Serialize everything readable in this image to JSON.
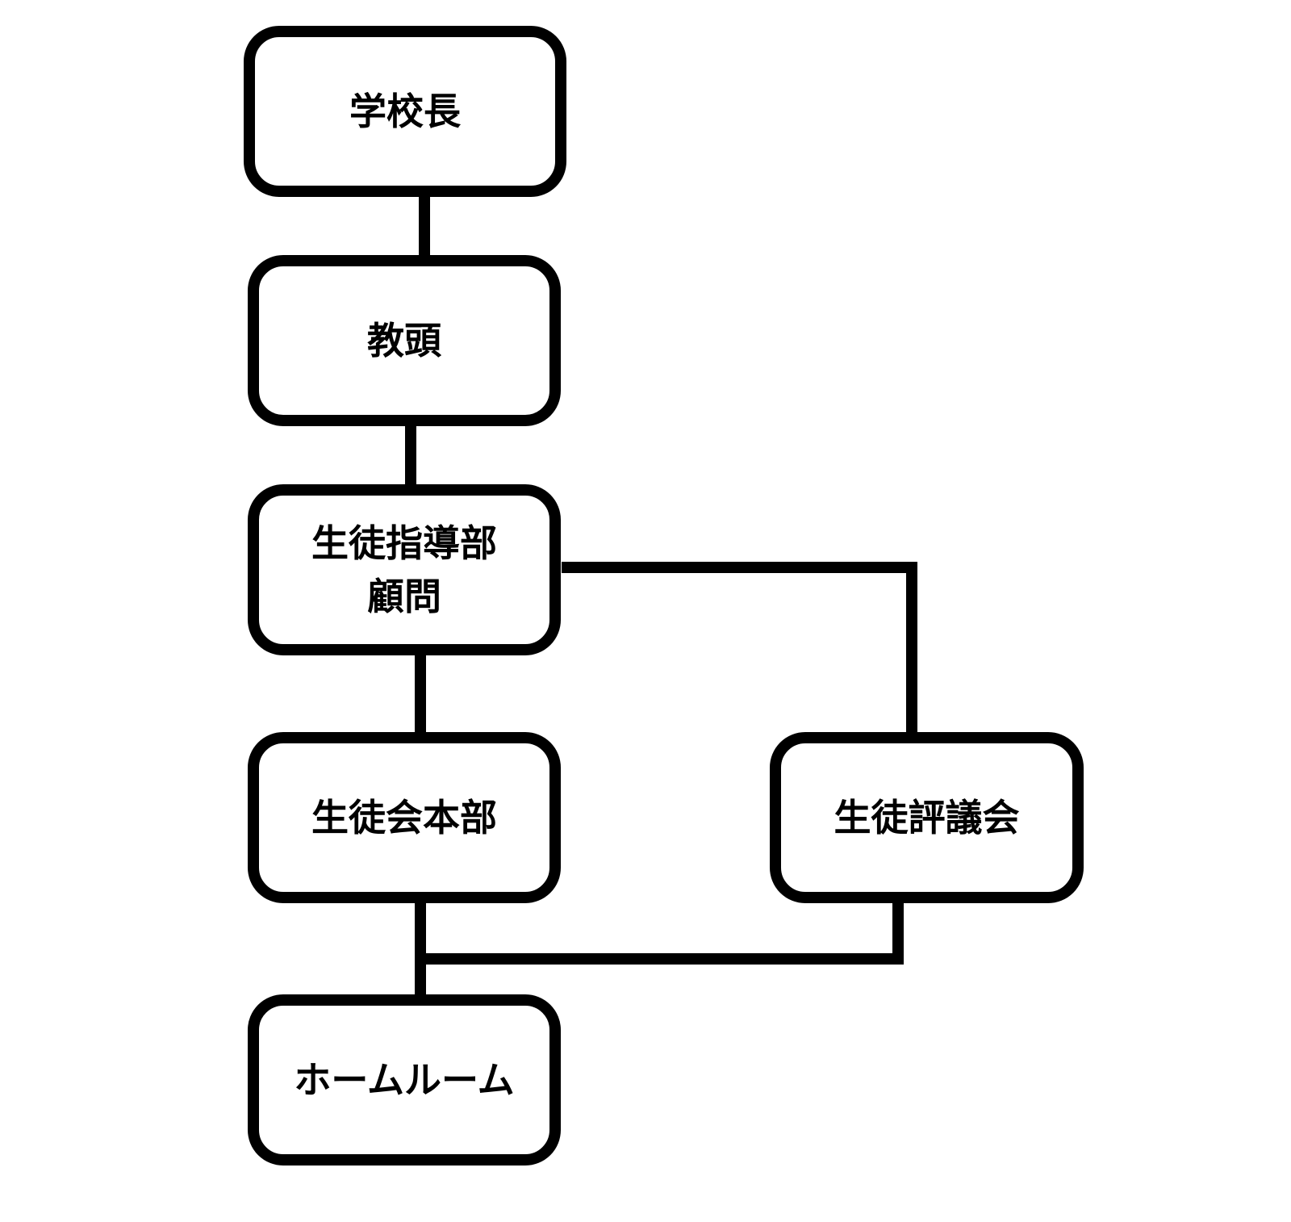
{
  "diagram": {
    "nodes": {
      "principal": {
        "label": "学校長"
      },
      "vice_principal": {
        "label": "教頭"
      },
      "guidance_advisor": {
        "label": "生徒指導部\n顧問"
      },
      "student_council_hq": {
        "label": "生徒会本部"
      },
      "student_council_assembly": {
        "label": "生徒評議会"
      },
      "homeroom": {
        "label": "ホームルーム"
      }
    },
    "colors": {
      "stroke": "#000000",
      "fill": "#ffffff",
      "text": "#000000"
    }
  }
}
